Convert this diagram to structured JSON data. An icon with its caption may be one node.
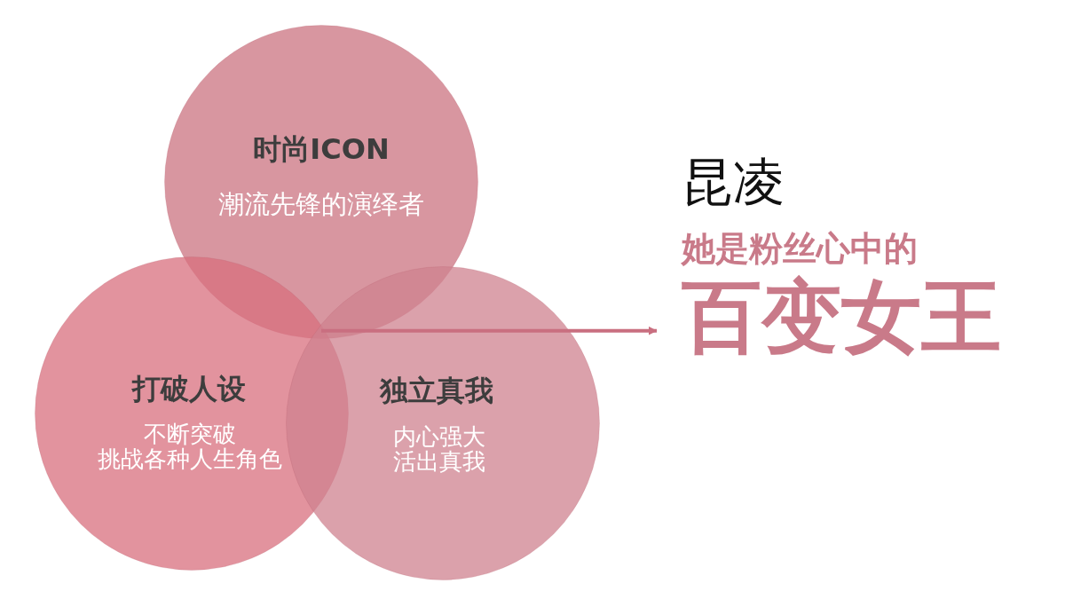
{
  "diagram": {
    "nodes": [
      {
        "text": [
          "时尚ICON",
          "潮流先锋的演绎者"
        ]
      },
      {
        "text": [
          "打破人设",
          "不断突破",
          "挑战各种人生角色"
        ]
      },
      {
        "text": [
          "独立真我",
          "内心强大",
          "活出真我"
        ]
      },
      {
        "text": [
          "昆凌",
          "她是粉丝心中的",
          "百变女王"
        ]
      }
    ],
    "edges": [
      {
        "from": 0,
        "to": 3,
        "arrow": "to"
      },
      {
        "from": 1,
        "to": 3,
        "arrow": "to"
      },
      {
        "from": 2,
        "to": 3,
        "arrow": "to"
      }
    ]
  }
}
